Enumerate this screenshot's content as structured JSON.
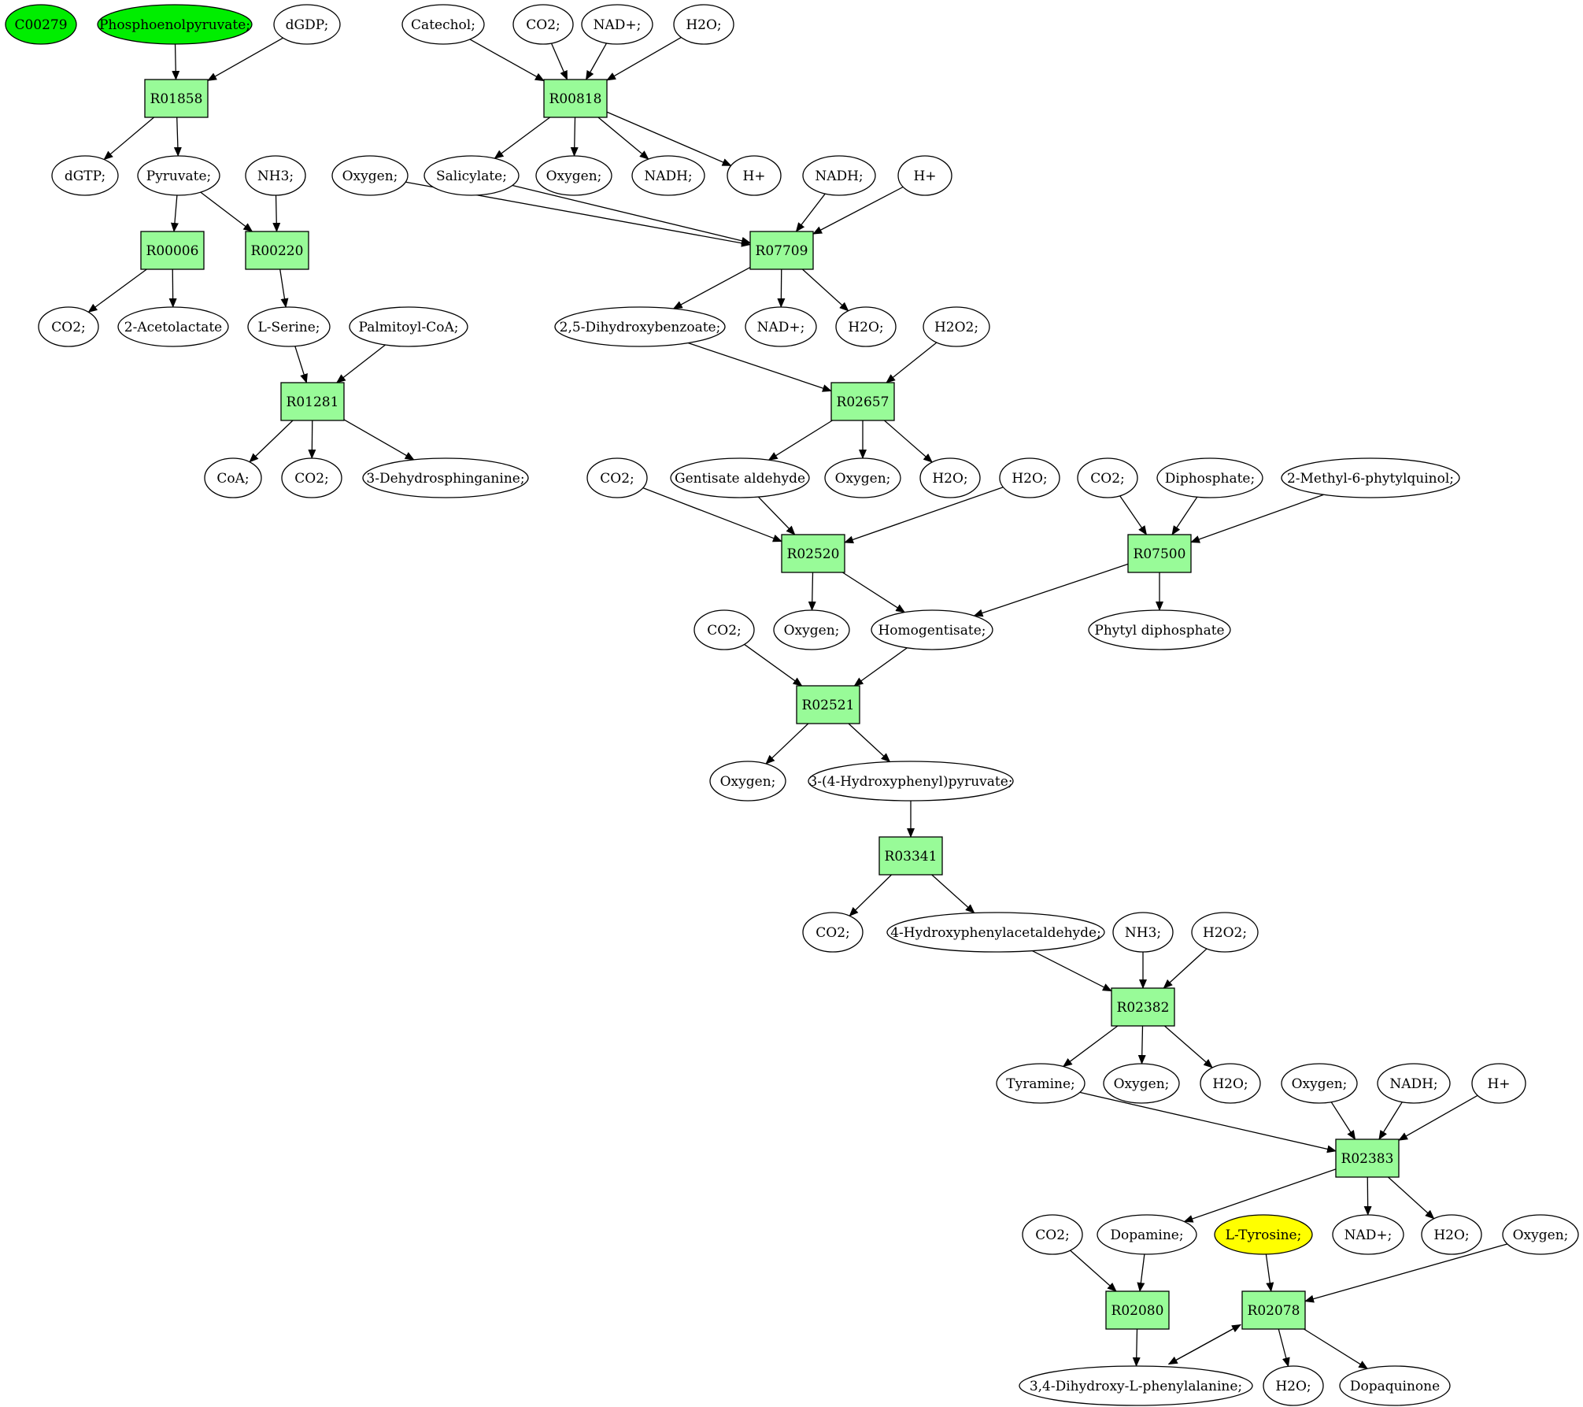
{
  "colors": {
    "compound_default": "#ffffff",
    "compound_start": "#00ee00",
    "compound_target": "#ffff00",
    "reaction": "#98fb98"
  },
  "reactions": [
    {
      "id": "r01858",
      "label": "R01858"
    },
    {
      "id": "r00818",
      "label": "R00818"
    },
    {
      "id": "r00006",
      "label": "R00006"
    },
    {
      "id": "r00220",
      "label": "R00220"
    },
    {
      "id": "r07709",
      "label": "R07709"
    },
    {
      "id": "r01281",
      "label": "R01281"
    },
    {
      "id": "r02657",
      "label": "R02657"
    },
    {
      "id": "r02520",
      "label": "R02520"
    },
    {
      "id": "r07500",
      "label": "R07500"
    },
    {
      "id": "r02521",
      "label": "R02521"
    },
    {
      "id": "r03341",
      "label": "R03341"
    },
    {
      "id": "r02382",
      "label": "R02382"
    },
    {
      "id": "r02383",
      "label": "R02383"
    },
    {
      "id": "r02080",
      "label": "R02080"
    },
    {
      "id": "r02078",
      "label": "R02078"
    }
  ],
  "compounds": [
    {
      "id": "c00279",
      "label": "C00279",
      "color": "start"
    },
    {
      "id": "pep",
      "label": "Phosphoenolpyruvate;",
      "color": "start"
    },
    {
      "id": "dgdp",
      "label": "dGDP;"
    },
    {
      "id": "catechol",
      "label": "Catechol;"
    },
    {
      "id": "co2_a",
      "label": "CO2;"
    },
    {
      "id": "nadp_a",
      "label": "NAD+;"
    },
    {
      "id": "h2o_a",
      "label": "H2O;"
    },
    {
      "id": "dgtp",
      "label": "dGTP;"
    },
    {
      "id": "pyruvate",
      "label": "Pyruvate;"
    },
    {
      "id": "nh3_a",
      "label": "NH3;"
    },
    {
      "id": "oxygen_a",
      "label": "Oxygen;"
    },
    {
      "id": "salicylate",
      "label": "Salicylate;"
    },
    {
      "id": "oxygen_b",
      "label": "Oxygen;"
    },
    {
      "id": "nadh_a",
      "label": "NADH;"
    },
    {
      "id": "hplus_a",
      "label": "H+"
    },
    {
      "id": "nadh_b",
      "label": "NADH;"
    },
    {
      "id": "hplus_b",
      "label": "H+"
    },
    {
      "id": "co2_b",
      "label": "CO2;"
    },
    {
      "id": "acetolactate",
      "label": "2-Acetolactate"
    },
    {
      "id": "serine",
      "label": "L-Serine;"
    },
    {
      "id": "palmitoylcoa",
      "label": "Palmitoyl-CoA;"
    },
    {
      "id": "dhb",
      "label": "2,5-Dihydroxybenzoate;"
    },
    {
      "id": "nadp_b",
      "label": "NAD+;"
    },
    {
      "id": "h2o_b",
      "label": "H2O;"
    },
    {
      "id": "h2o2_a",
      "label": "H2O2;"
    },
    {
      "id": "coa",
      "label": "CoA;"
    },
    {
      "id": "co2_c",
      "label": "CO2;"
    },
    {
      "id": "dehydrosph",
      "label": "3-Dehydrosphinganine;"
    },
    {
      "id": "co2_d",
      "label": "CO2;"
    },
    {
      "id": "gentisald",
      "label": "Gentisate aldehyde"
    },
    {
      "id": "oxygen_c",
      "label": "Oxygen;"
    },
    {
      "id": "h2o_c",
      "label": "H2O;"
    },
    {
      "id": "h2o_d",
      "label": "H2O;"
    },
    {
      "id": "co2_e",
      "label": "CO2;"
    },
    {
      "id": "diphosphate",
      "label": "Diphosphate;"
    },
    {
      "id": "mpq",
      "label": "2-Methyl-6-phytylquinol;"
    },
    {
      "id": "co2_f",
      "label": "CO2;"
    },
    {
      "id": "oxygen_d",
      "label": "Oxygen;"
    },
    {
      "id": "homogentisate",
      "label": "Homogentisate;"
    },
    {
      "id": "phytyldp",
      "label": "Phytyl diphosphate"
    },
    {
      "id": "oxygen_e",
      "label": "Oxygen;"
    },
    {
      "id": "hpp",
      "label": "3-(4-Hydroxyphenyl)pyruvate;"
    },
    {
      "id": "co2_g",
      "label": "CO2;"
    },
    {
      "id": "hpa",
      "label": "4-Hydroxyphenylacetaldehyde;"
    },
    {
      "id": "nh3_b",
      "label": "NH3;"
    },
    {
      "id": "h2o2_b",
      "label": "H2O2;"
    },
    {
      "id": "tyramine",
      "label": "Tyramine;"
    },
    {
      "id": "oxygen_f",
      "label": "Oxygen;"
    },
    {
      "id": "h2o_e",
      "label": "H2O;"
    },
    {
      "id": "oxygen_g",
      "label": "Oxygen;"
    },
    {
      "id": "nadh_c",
      "label": "NADH;"
    },
    {
      "id": "hplus_c",
      "label": "H+"
    },
    {
      "id": "co2_h",
      "label": "CO2;"
    },
    {
      "id": "dopamine",
      "label": "Dopamine;"
    },
    {
      "id": "tyrosine",
      "label": "L-Tyrosine;",
      "color": "target"
    },
    {
      "id": "nadp_c",
      "label": "NAD+;"
    },
    {
      "id": "h2o_f",
      "label": "H2O;"
    },
    {
      "id": "oxygen_h",
      "label": "Oxygen;"
    },
    {
      "id": "ldopa",
      "label": "3,4-Dihydroxy-L-phenylalanine;"
    },
    {
      "id": "h2o_g",
      "label": "H2O;"
    },
    {
      "id": "dopaquinone",
      "label": "Dopaquinone"
    }
  ],
  "edges": [
    [
      "pep",
      "r01858"
    ],
    [
      "dgdp",
      "r01858"
    ],
    [
      "r01858",
      "dgtp"
    ],
    [
      "r01858",
      "pyruvate"
    ],
    [
      "catechol",
      "r00818"
    ],
    [
      "co2_a",
      "r00818"
    ],
    [
      "nadp_a",
      "r00818"
    ],
    [
      "h2o_a",
      "r00818"
    ],
    [
      "r00818",
      "salicylate"
    ],
    [
      "r00818",
      "oxygen_b"
    ],
    [
      "r00818",
      "nadh_a"
    ],
    [
      "r00818",
      "hplus_a"
    ],
    [
      "pyruvate",
      "r00006"
    ],
    [
      "pyruvate",
      "r00220"
    ],
    [
      "nh3_a",
      "r00220"
    ],
    [
      "r00006",
      "co2_b"
    ],
    [
      "r00006",
      "acetolactate"
    ],
    [
      "r00220",
      "serine"
    ],
    [
      "oxygen_a",
      "r07709"
    ],
    [
      "salicylate",
      "r07709"
    ],
    [
      "nadh_b",
      "r07709"
    ],
    [
      "hplus_b",
      "r07709"
    ],
    [
      "r07709",
      "dhb"
    ],
    [
      "r07709",
      "nadp_b"
    ],
    [
      "r07709",
      "h2o_b"
    ],
    [
      "serine",
      "r01281"
    ],
    [
      "palmitoylcoa",
      "r01281"
    ],
    [
      "r01281",
      "coa"
    ],
    [
      "r01281",
      "co2_c"
    ],
    [
      "r01281",
      "dehydrosph"
    ],
    [
      "dhb",
      "r02657"
    ],
    [
      "h2o2_a",
      "r02657"
    ],
    [
      "r02657",
      "gentisald"
    ],
    [
      "r02657",
      "oxygen_c"
    ],
    [
      "r02657",
      "h2o_c"
    ],
    [
      "co2_d",
      "r02520"
    ],
    [
      "gentisald",
      "r02520"
    ],
    [
      "h2o_d",
      "r02520"
    ],
    [
      "r02520",
      "oxygen_d"
    ],
    [
      "r02520",
      "homogentisate"
    ],
    [
      "co2_e",
      "r07500"
    ],
    [
      "diphosphate",
      "r07500"
    ],
    [
      "mpq",
      "r07500"
    ],
    [
      "r07500",
      "homogentisate"
    ],
    [
      "r07500",
      "phytyldp"
    ],
    [
      "co2_f",
      "r02521"
    ],
    [
      "homogentisate",
      "r02521"
    ],
    [
      "r02521",
      "oxygen_e"
    ],
    [
      "r02521",
      "hpp"
    ],
    [
      "hpp",
      "r03341"
    ],
    [
      "r03341",
      "co2_g"
    ],
    [
      "r03341",
      "hpa"
    ],
    [
      "hpa",
      "r02382"
    ],
    [
      "nh3_b",
      "r02382"
    ],
    [
      "h2o2_b",
      "r02382"
    ],
    [
      "r02382",
      "tyramine"
    ],
    [
      "r02382",
      "oxygen_f"
    ],
    [
      "r02382",
      "h2o_e"
    ],
    [
      "tyramine",
      "r02383"
    ],
    [
      "oxygen_g",
      "r02383"
    ],
    [
      "nadh_c",
      "r02383"
    ],
    [
      "hplus_c",
      "r02383"
    ],
    [
      "r02383",
      "dopamine"
    ],
    [
      "r02383",
      "nadp_c"
    ],
    [
      "r02383",
      "h2o_f"
    ],
    [
      "co2_h",
      "r02080"
    ],
    [
      "dopamine",
      "r02080"
    ],
    [
      "r02080",
      "ldopa"
    ],
    [
      "tyrosine",
      "r02078"
    ],
    [
      "oxygen_h",
      "r02078"
    ],
    [
      "r02078",
      "ldopa"
    ],
    [
      "ldopa",
      "r02078"
    ],
    [
      "r02078",
      "h2o_g"
    ],
    [
      "r02078",
      "dopaquinone"
    ]
  ]
}
